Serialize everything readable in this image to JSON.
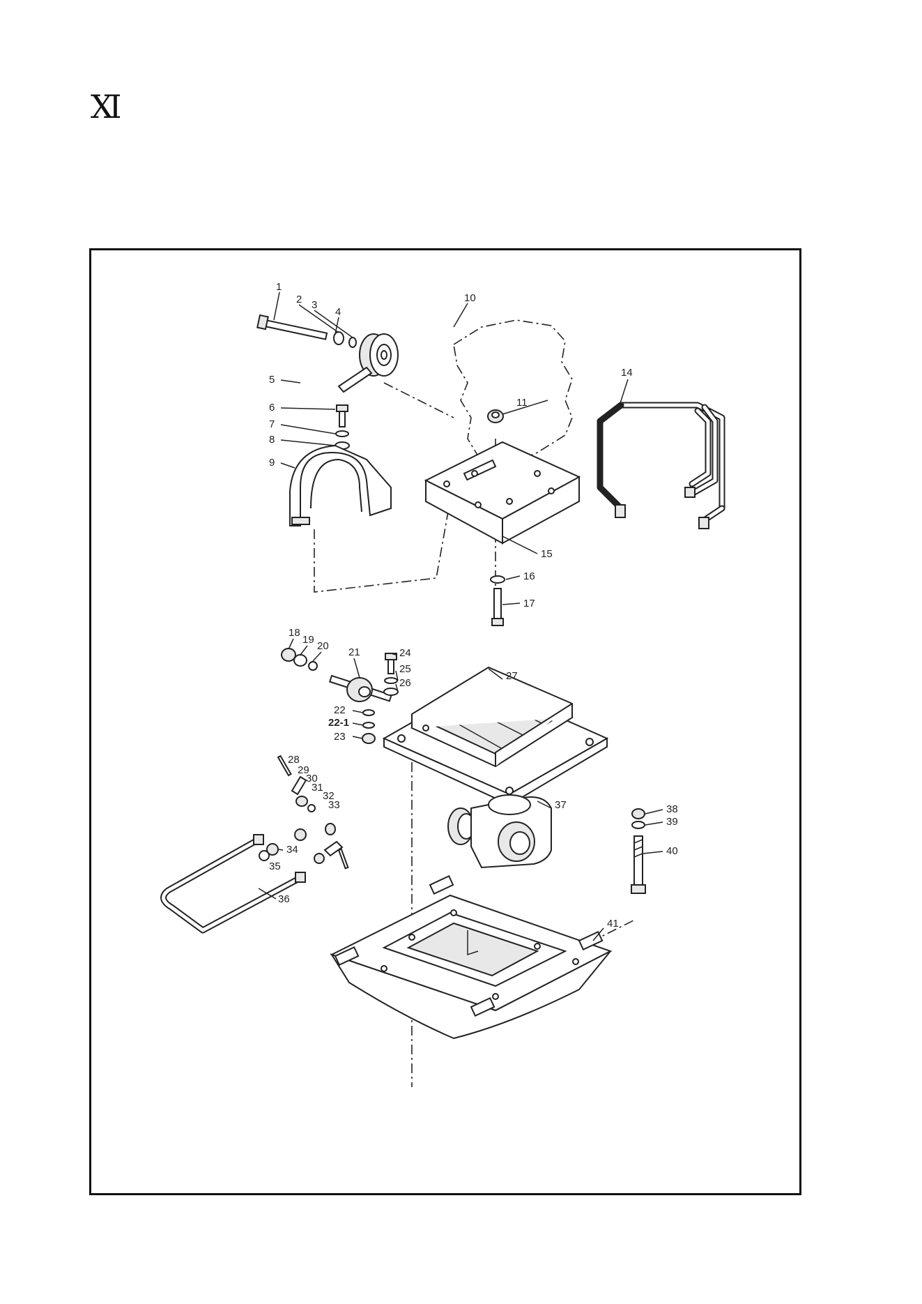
{
  "page": {
    "section_numeral": "Ⅺ"
  },
  "diagram": {
    "labels": [
      "1",
      "2",
      "3",
      "4",
      "5",
      "6",
      "7",
      "8",
      "9",
      "10",
      "11",
      "14",
      "15",
      "16",
      "17",
      "18",
      "19",
      "20",
      "21",
      "22",
      "22-1",
      "23",
      "24",
      "25",
      "26",
      "27",
      "28",
      "29",
      "30",
      "31",
      "32",
      "33",
      "34",
      "35",
      "36",
      "37",
      "38",
      "39",
      "40",
      "41"
    ]
  }
}
